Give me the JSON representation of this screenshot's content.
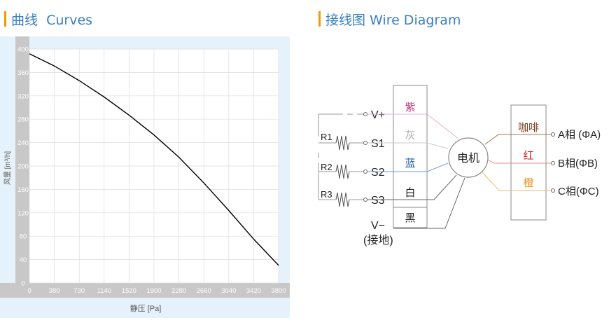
{
  "curves_heading": "曲线  Curves",
  "wire_heading": "接线图 Wire Diagram",
  "chart_data": {
    "type": "line",
    "title": "",
    "xlabel": "静压 [Pa]",
    "ylabel": "风量 [m³/h]",
    "xlim": [
      0,
      3800
    ],
    "ylim": [
      0,
      400
    ],
    "x_ticks": [
      0,
      380,
      730,
      1140,
      1520,
      1900,
      2280,
      2660,
      3040,
      3420,
      3800
    ],
    "y_ticks": [
      0,
      40,
      80,
      120,
      160,
      200,
      240,
      280,
      320,
      360,
      400
    ],
    "grid": true,
    "series": [
      {
        "x": [
          0,
          380,
          760,
          1140,
          1520,
          1900,
          2280,
          2660,
          3040,
          3420,
          3800
        ],
        "y": [
          392,
          371,
          346,
          318,
          287,
          253,
          215,
          171,
          124,
          75,
          30
        ]
      }
    ],
    "colors": {
      "panel_bg": "#e6f2fb",
      "axis_band": "#c8c8c8",
      "grid": "#dddddd",
      "curve": "#000000"
    }
  },
  "diagram": {
    "terminals": {
      "v_plus": "V+",
      "s1": "S1",
      "s2": "S2",
      "s3": "S3",
      "v_minus": "V−",
      "ground": "(接地)"
    },
    "resistors": {
      "r1": "R1",
      "r2": "R2",
      "r3": "R3"
    },
    "wires_left": {
      "purple": "紫",
      "gray": "灰",
      "blue": "蓝",
      "white": "白",
      "black": "黑"
    },
    "motor": "电机",
    "wires_right": {
      "brown": "咖啡",
      "red": "红",
      "orange": "橙"
    },
    "phases": {
      "a": "A相 (ΦA)",
      "b": "B相(ΦB)",
      "c": "C相(ΦC)"
    },
    "colors": {
      "purple": "#b5427f",
      "gray": "#b3b3b3",
      "blue": "#1f5fa8",
      "white": "#333333",
      "black": "#333333",
      "brown": "#7a3f1b",
      "red": "#d7282f",
      "orange": "#e8921c"
    }
  }
}
